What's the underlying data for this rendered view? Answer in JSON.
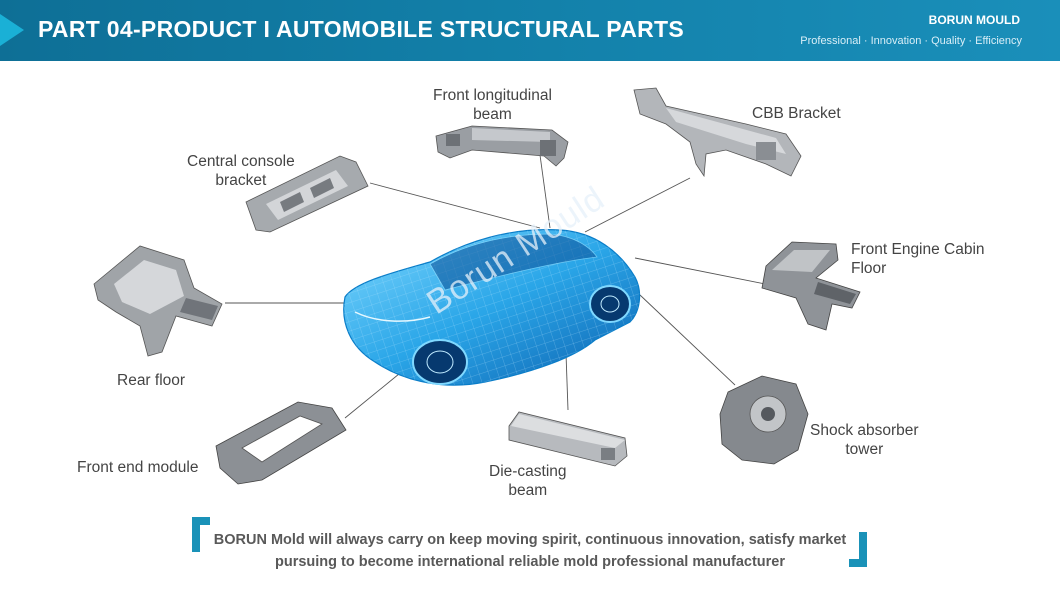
{
  "header": {
    "title": "PART 04-PRODUCT  I  AUTOMOBILE STRUCTURAL PARTS",
    "brand": "BORUN MOULD",
    "slogan": "Professional · Innovation · Quality · Efficiency"
  },
  "car": {
    "watermark": "Borun Mould"
  },
  "parts": {
    "front_longitudinal_beam": {
      "line1": "Front longitudinal",
      "line2": "beam"
    },
    "cbb_bracket": {
      "line1": "CBB Bracket"
    },
    "central_console_bracket": {
      "line1": "Central console",
      "line2": "bracket"
    },
    "front_engine_cabin_floor": {
      "line1": "Front Engine Cabin",
      "line2": "Floor"
    },
    "rear_floor": {
      "line1": "Rear floor"
    },
    "front_end_module": {
      "line1": "Front end module"
    },
    "die_casting_beam": {
      "line1": "Die-casting",
      "line2": "beam"
    },
    "shock_absorber_tower": {
      "line1": "Shock absorber",
      "line2": "tower"
    }
  },
  "footer": {
    "line1": "BORUN Mold will always carry on keep moving spirit, continuous innovation, satisfy market",
    "line2": "pursuing to become international reliable mold professional manufacturer"
  },
  "colors": {
    "header_bg": "#127fa8",
    "accent": "#1a92b8",
    "car_blue": "#2aa6e8"
  }
}
